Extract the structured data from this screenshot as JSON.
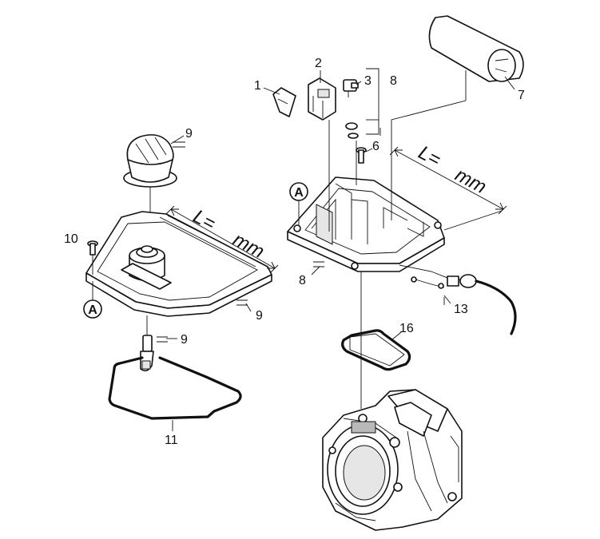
{
  "diagram": {
    "dimension_label_left": "L=",
    "dimension_unit_left": "mm",
    "dimension_label_right": "L=",
    "dimension_unit_right": "mm",
    "callouts": {
      "p1": "1",
      "p2": "2",
      "p3": "3",
      "p6": "6",
      "p7": "7",
      "p8a": "8",
      "p8b": "8",
      "p9a": "9",
      "p9b": "9",
      "p9c": "9",
      "p10": "10",
      "p11": "11",
      "p13": "13",
      "p16": "16",
      "refA1": "A",
      "refA2": "A"
    }
  }
}
